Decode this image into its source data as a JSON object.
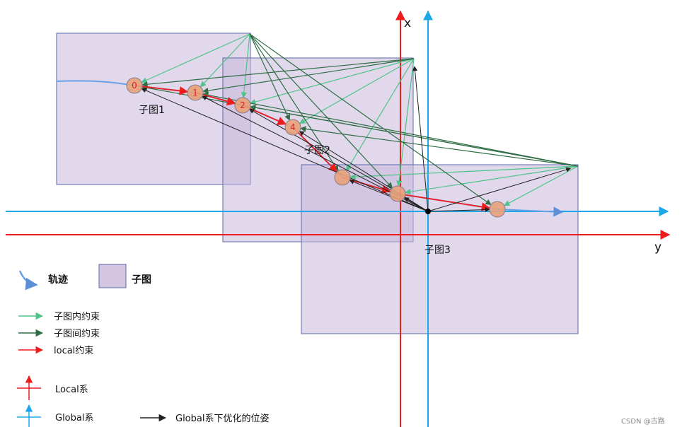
{
  "axes": {
    "x_label": "x",
    "y_label": "y"
  },
  "submaps": [
    {
      "label": "子图1"
    },
    {
      "label": "子图2"
    },
    {
      "label": "子图3"
    }
  ],
  "nodes": [
    "0",
    "1",
    "2",
    "",
    "4",
    "",
    "",
    ""
  ],
  "legend": {
    "trajectory": "轨迹",
    "submap": "子图",
    "intra_constraint": "子图内约束",
    "inter_constraint": "子图间约束",
    "local_constraint": "local约束",
    "local_frame": "Local系",
    "global_frame": "Global系",
    "global_pose": "Global系下优化的位姿"
  },
  "colors": {
    "intra": "#4fc48a",
    "inter": "#2f6e45",
    "local": "#ee1c1c",
    "global": "#1ea7e8",
    "trajectory": "#6aa1e6",
    "submap_fill": "#c9b8dc",
    "node_fill": "#e8a27a"
  },
  "watermark": "CSDN @古路"
}
